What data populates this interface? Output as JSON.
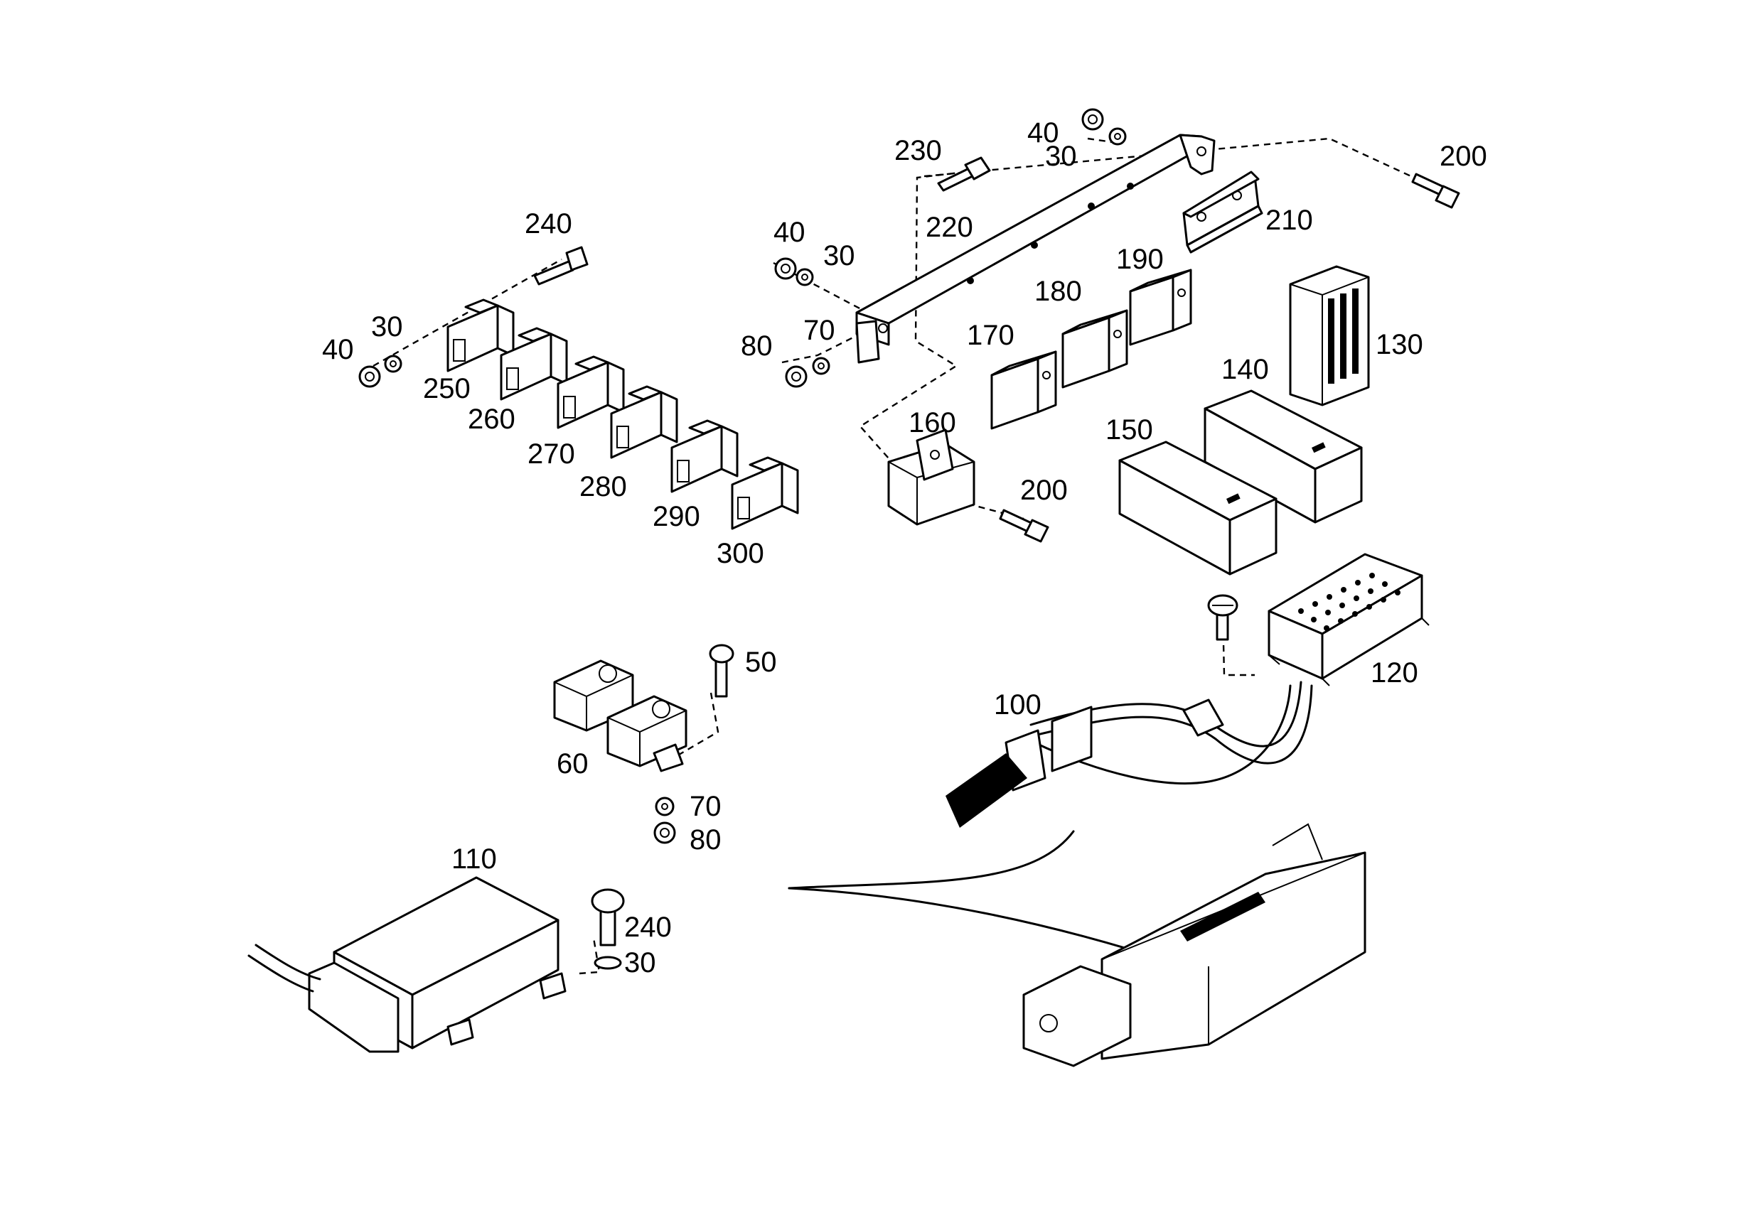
{
  "diagram": {
    "callouts": {
      "n230": "230",
      "n40a": "40",
      "n30a": "30",
      "n200a": "200",
      "n210": "210",
      "n220": "220",
      "n240a": "240",
      "n40b": "40",
      "n30b": "30",
      "n190": "190",
      "n180": "180",
      "n130": "130",
      "n30c": "30",
      "n40c": "40",
      "n80a": "80",
      "n70a": "70",
      "n170": "170",
      "n140": "140",
      "n250": "250",
      "n260": "260",
      "n270": "270",
      "n280": "280",
      "n290": "290",
      "n300": "300",
      "n160": "160",
      "n150": "150",
      "n200b": "200",
      "n50": "50",
      "n120": "120",
      "n100": "100",
      "n60": "60",
      "n70b": "70",
      "n80b": "80",
      "n110": "110",
      "n240b": "240",
      "n30d": "30"
    }
  }
}
